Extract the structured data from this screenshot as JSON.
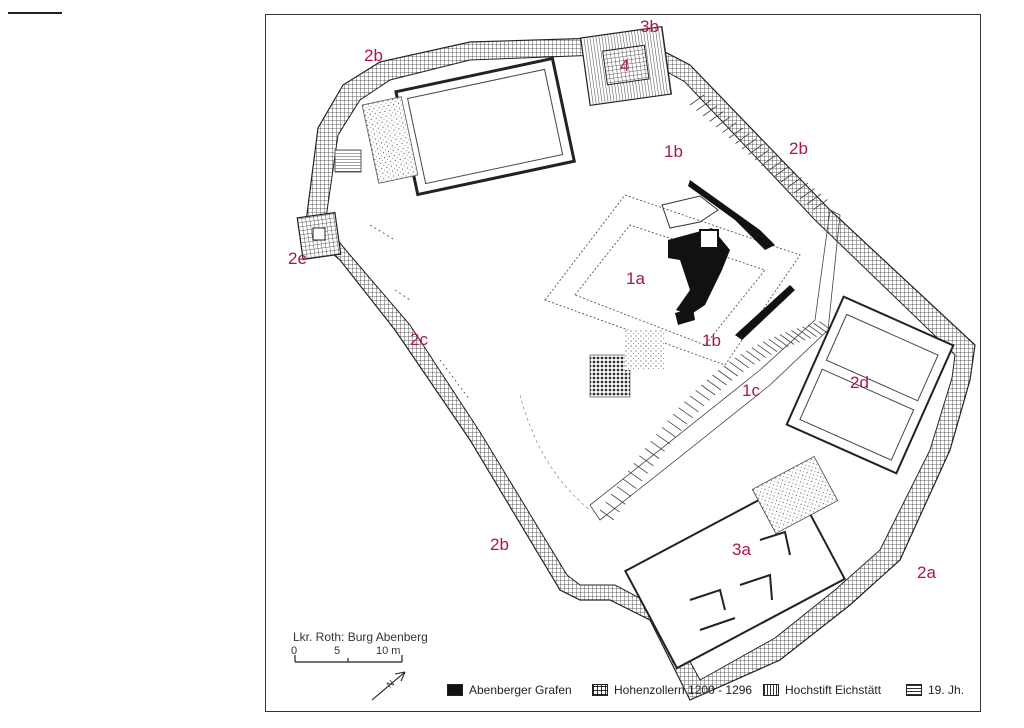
{
  "map": {
    "title": "Lkr. Roth: Burg Abenberg",
    "scale": {
      "ticks": [
        "0",
        "5",
        "10 m"
      ]
    },
    "north_arrow": "N",
    "labels": {
      "l1a": "1a",
      "l1b_top": "1b",
      "l1b_bottom": "1b",
      "l1c": "1c",
      "l2a": "2a",
      "l2b_topleft": "2b",
      "l2b_right": "2b",
      "l2b_bottom": "2b",
      "l2c": "2c",
      "l2d": "2d",
      "l2e": "2e",
      "l3a": "3a",
      "l3b": "3b",
      "l4": "4"
    },
    "label_color": "#b01545",
    "legend": [
      {
        "label": "Abenberger Grafen",
        "pattern": "solid-black"
      },
      {
        "label": "Hohenzollern  1200 - 1296",
        "pattern": "grid"
      },
      {
        "label": "Hochstift Eichstätt",
        "pattern": "vertical-hatch"
      },
      {
        "label": "19. Jh.",
        "pattern": "horizontal-hatch"
      }
    ]
  }
}
